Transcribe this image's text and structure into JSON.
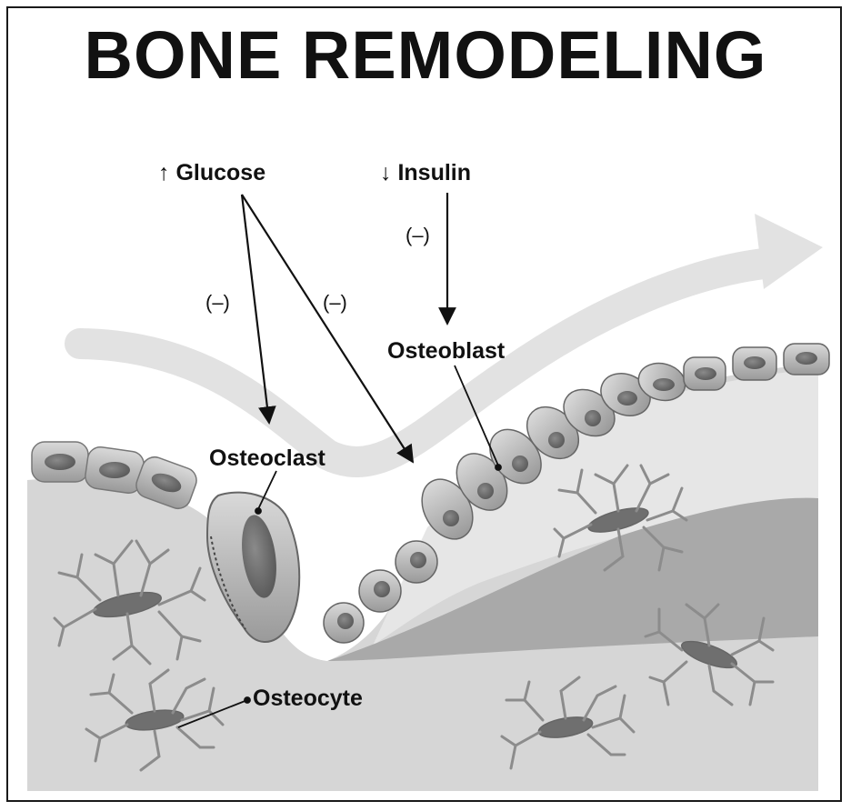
{
  "title": "BONE REMODELING",
  "regulators": {
    "glucose": {
      "arrow": "↑",
      "label": "Glucose"
    },
    "insulin": {
      "arrow": "↓",
      "label": "Insulin"
    }
  },
  "inhibition_sign": "(–)",
  "cells": {
    "osteoblast": "Osteoblast",
    "osteoclast": "Osteoclast",
    "osteocyte": "Osteocyte"
  }
}
